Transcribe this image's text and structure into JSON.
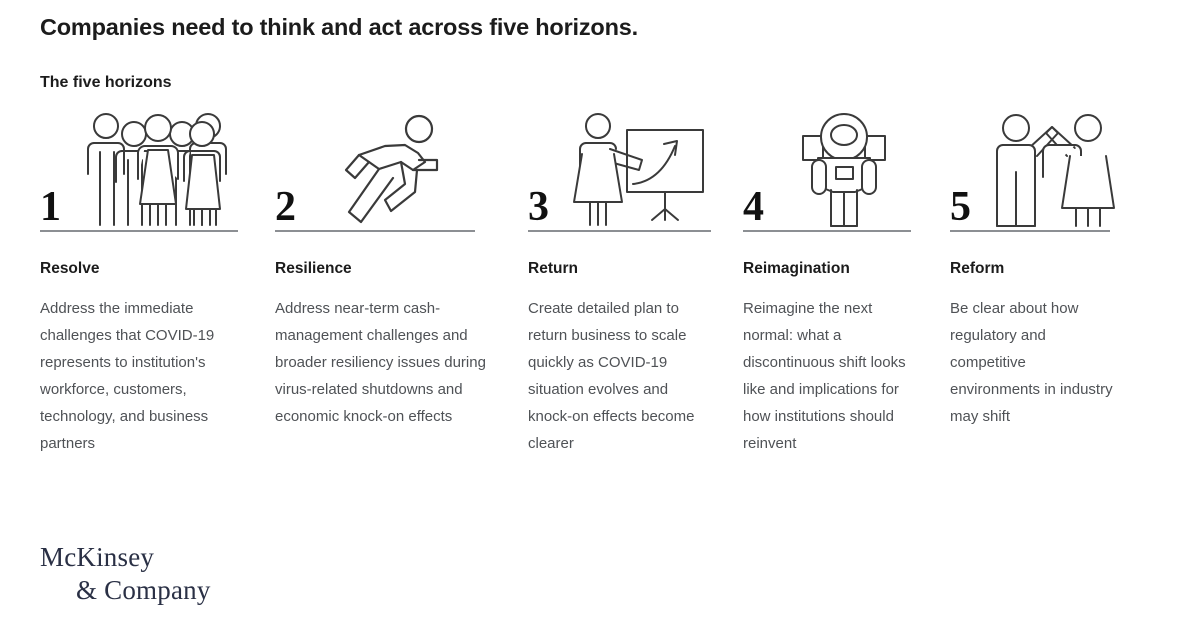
{
  "header": {
    "title": "Companies need to think and act across five horizons.",
    "subtitle": "The five horizons"
  },
  "horizons": [
    {
      "number": "1",
      "icon": "group-of-people-icon",
      "label": "Resolve",
      "description": "Address the immediate challenges that COVID-19 represents to institution's workforce, customers, technology, and business partners"
    },
    {
      "number": "2",
      "icon": "running-person-icon",
      "label": "Resilience",
      "description": "Address near-term cash-management challenges and broader resiliency issues during virus-related shutdowns and economic knock-on effects"
    },
    {
      "number": "3",
      "icon": "presenter-with-growth-chart-icon",
      "label": "Return",
      "description": "Create detailed plan to return business to scale quickly as COVID-19 situation evolves and knock-on effects become clearer"
    },
    {
      "number": "4",
      "icon": "astronaut-icon",
      "label": "Reimagination",
      "description": "Reimagine the next normal: what a discontinuous shift looks like and implications for how institutions should reinvent"
    },
    {
      "number": "5",
      "icon": "two-people-raised-arms-icon",
      "label": "Reform",
      "description": "Be clear about how regulatory and competitive environments in industry may shift"
    }
  ],
  "logo": {
    "line1": "McKinsey",
    "line2": "& Company"
  },
  "colors": {
    "title": "#1c1c1c",
    "body_text": "#4f5256",
    "rule": "#8c8f93",
    "icon_stroke": "#3a3a3a",
    "logo": "#2a3045"
  }
}
